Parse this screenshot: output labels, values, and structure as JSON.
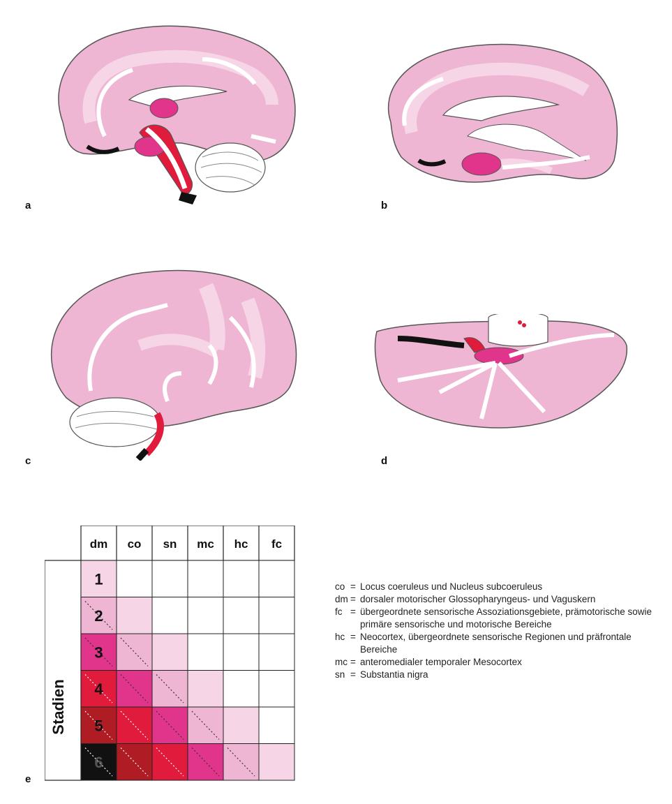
{
  "panels": [
    {
      "label": "a"
    },
    {
      "label": "b"
    },
    {
      "label": "c"
    },
    {
      "label": "d"
    },
    {
      "label": "e"
    }
  ],
  "table": {
    "columns": [
      "dm",
      "co",
      "sn",
      "mc",
      "hc",
      "fc"
    ],
    "row_header": "Stadien",
    "stages": [
      "1",
      "2",
      "3",
      "4",
      "5",
      "6"
    ]
  },
  "legend": [
    {
      "abbr": "co",
      "eq": "=",
      "text": "Locus coeruleus und Nucleus subcoeruleus"
    },
    {
      "abbr": "dm",
      "eq": "=",
      "text": "dorsaler motorischer Glossopharyngeus- und Vaguskern"
    },
    {
      "abbr": "fc",
      "eq": "=",
      "text": "übergeordnete sensorische Assoziationsgebiete, prämotorische sowie primäre sensorische und motorische Bereiche"
    },
    {
      "abbr": "hc",
      "eq": "=",
      "text": "Neocortex, übergeordnete sensorische Regionen und präfrontale Bereiche"
    },
    {
      "abbr": "mc",
      "eq": "=",
      "text": "anteromedialer temporaler Mesocortex"
    },
    {
      "abbr": "sn",
      "eq": "=",
      "text": "Substantia nigra"
    }
  ],
  "colors": {
    "cortex_pink": "#eeb6d3",
    "light_pink": "#f6d5e6",
    "magenta": "#e0358a",
    "red": "#e01b3c",
    "dark_red": "#b01c24",
    "black": "#111111"
  }
}
